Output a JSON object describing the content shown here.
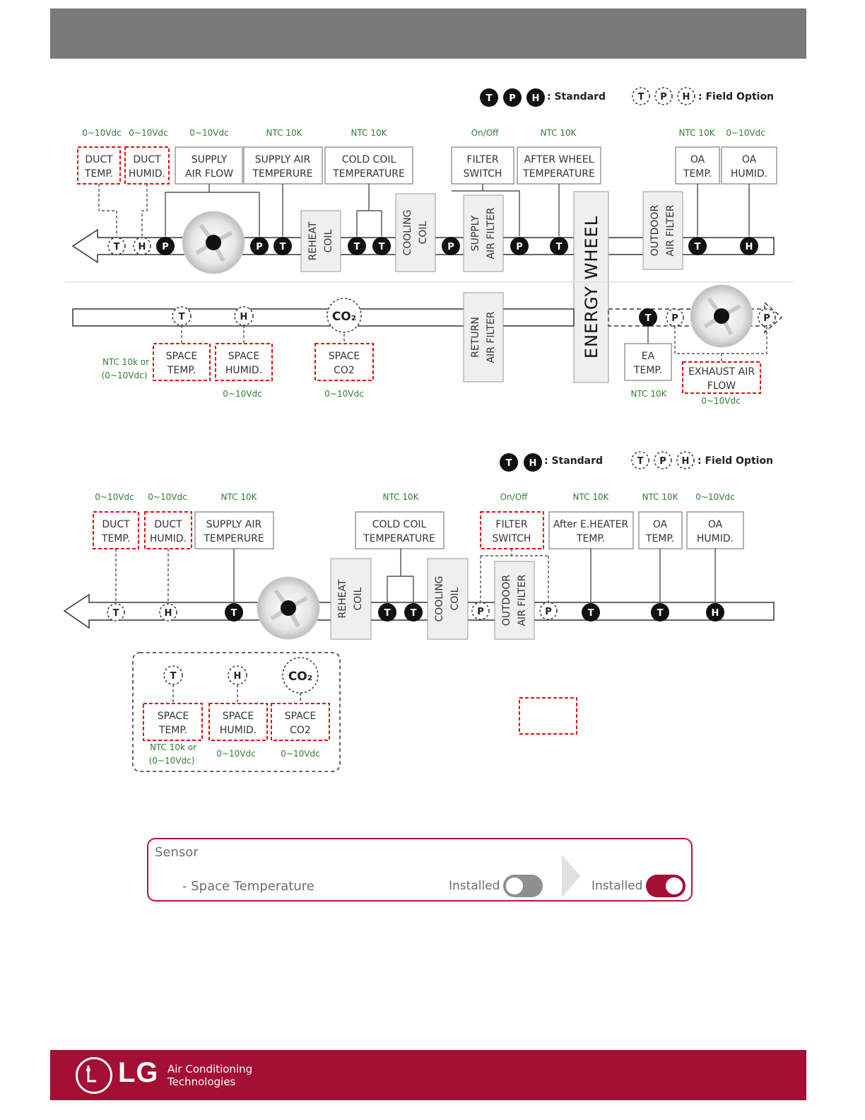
{
  "diagram1": {
    "legend": {
      "standard": ": Standard",
      "field": ": Field  Option"
    },
    "supply_labels": [
      "0~10Vdc",
      "0~10Vdc",
      "0~10Vdc",
      "NTC 10K",
      "NTC 10K",
      "On/Off",
      "NTC 10K",
      "NTC 10K",
      "0~10Vdc"
    ],
    "supply_boxes": {
      "duct_temp": [
        "DUCT",
        "TEMP."
      ],
      "duct_humid": [
        "DUCT",
        "HUMID."
      ],
      "supply_air_flow": [
        "SUPPLY",
        "AIR FLOW"
      ],
      "supply_air_temp": [
        "SUPPLY AIR",
        "TEMPERURE"
      ],
      "cold_coil_temp": [
        "COLD COIL",
        "TEMPERATURE"
      ],
      "filter_switch": [
        "FILTER",
        "SWITCH"
      ],
      "after_wheel_temp": [
        "AFTER WHEEL",
        "TEMPERATURE"
      ],
      "oa_temp": [
        "OA",
        "TEMP."
      ],
      "oa_humid": [
        "OA",
        "HUMID."
      ]
    },
    "components": {
      "reheat_coil": [
        "REHEAT",
        "COIL"
      ],
      "cooling_coil": [
        "COOLING",
        "COIL"
      ],
      "supply_air_filter": [
        "SUPPLY",
        "AIR FILTER"
      ],
      "energy_wheel": "ENERGY WHEEL",
      "outdoor_air_filter": [
        "OUTDOOR",
        "AIR FILTER"
      ],
      "return_air_filter": [
        "RETURN",
        "AIR FILTER"
      ]
    },
    "return_boxes": {
      "space_temp": [
        "SPACE",
        "TEMP."
      ],
      "space_humid": [
        "SPACE",
        "HUMID."
      ],
      "space_co2": [
        "SPACE",
        "CO2"
      ],
      "ea_temp": [
        "EA",
        "TEMP."
      ],
      "exhaust_air_flow": [
        "EXHAUST AIR",
        "FLOW"
      ]
    },
    "return_labels": {
      "space_temp": [
        "NTC 10k or",
        "(0~10Vdc)"
      ],
      "space_humid": "0~10Vdc",
      "space_co2": "0~10Vdc",
      "ea_temp": "NTC 10K",
      "exhaust_air_flow": "0~10Vdc"
    },
    "co2_symbol": "CO₂"
  },
  "diagram2": {
    "legend": {
      "standard": ": Standard",
      "field": ": Field  Option"
    },
    "supply_labels": [
      "0~10Vdc",
      "0~10Vdc",
      "NTC 10K",
      "NTC 10K",
      "On/Off",
      "NTC 10K",
      "NTC 10K",
      "0~10Vdc"
    ],
    "supply_boxes": {
      "duct_temp": [
        "DUCT",
        "TEMP."
      ],
      "duct_humid": [
        "DUCT",
        "HUMID."
      ],
      "supply_air_temp": [
        "SUPPLY AIR",
        "TEMPERURE"
      ],
      "cold_coil_temp": [
        "COLD COIL",
        "TEMPERATURE"
      ],
      "filter_switch": [
        "FILTER",
        "SWITCH"
      ],
      "after_heater_temp": [
        "After E.HEATER",
        "TEMP."
      ],
      "oa_temp": [
        "OA",
        "TEMP."
      ],
      "oa_humid": [
        "OA",
        "HUMID."
      ]
    },
    "components": {
      "reheat_coil": [
        "REHEAT",
        "COIL"
      ],
      "cooling_coil": [
        "COOLING",
        "COIL"
      ],
      "outdoor_air_filter": [
        "OUTDOOR",
        "AIR FILTER"
      ]
    },
    "space_boxes": {
      "space_temp": [
        "SPACE",
        "TEMP."
      ],
      "space_humid": [
        "SPACE",
        "HUMID."
      ],
      "space_co2": [
        "SPACE",
        "CO2"
      ]
    },
    "space_labels": {
      "space_temp": [
        "NTC 10k or",
        "(0~10Vdc)"
      ],
      "space_humid": "0~10Vdc",
      "space_co2": "0~10Vdc"
    },
    "co2_symbol": "CO₂"
  },
  "symbols": {
    "T": "T",
    "P": "P",
    "H": "H"
  },
  "sensor_panel": {
    "title": "Sensor",
    "item": "- Space Temperature",
    "before_label": "Installed",
    "before_state": "off",
    "after_label": "Installed",
    "after_state": "on",
    "accent_color": "#a50f34"
  },
  "footer": {
    "brand": "LG",
    "line1": "Air Conditioning",
    "line2": "Technologies",
    "color": "#a50f34"
  }
}
